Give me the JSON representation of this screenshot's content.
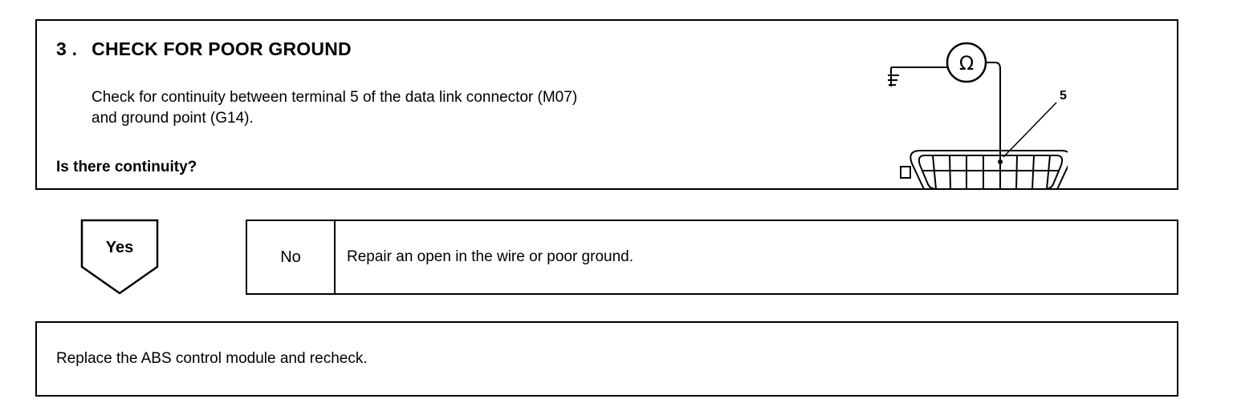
{
  "step": {
    "number": "3 .",
    "title": "CHECK FOR POOR GROUND",
    "instruction_line1": "Check for continuity between terminal 5 of the data link connector (M07)",
    "instruction_line2": "and ground point (G14).",
    "question": "Is there continuity?"
  },
  "diagram": {
    "meter_symbol": "Ω",
    "terminal_label": "5",
    "icons": [
      "ground-icon",
      "ohmmeter-icon",
      "data-link-connector-icon"
    ]
  },
  "branches": {
    "yes_label": "Yes",
    "no_label": "No",
    "no_action": "Repair an open in the wire or poor ground."
  },
  "result": {
    "text": "Replace the ABS control module and recheck."
  }
}
